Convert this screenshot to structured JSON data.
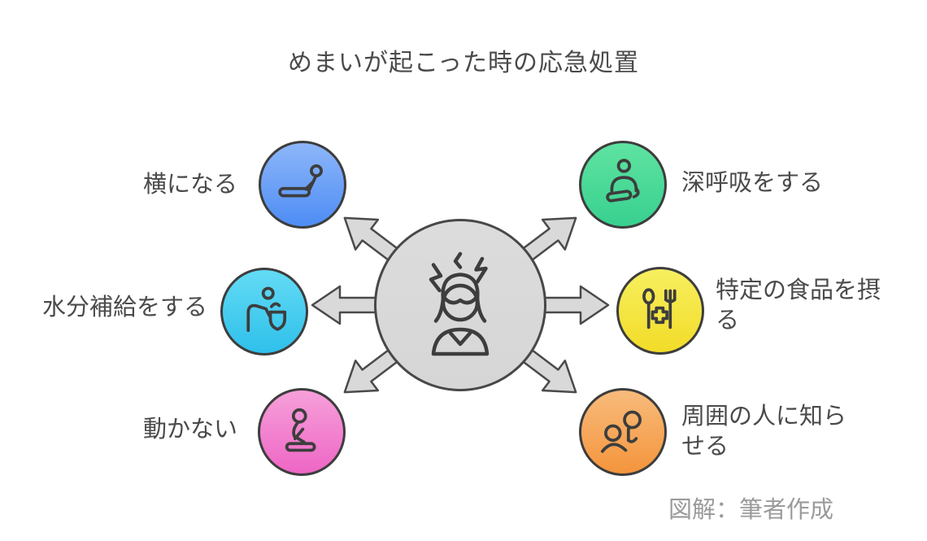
{
  "title": "めまいが起こった時の応急処置",
  "caption": "図解：筆者作成",
  "colors": {
    "text": "#4a4a4a",
    "caption": "#9b9b9b",
    "arrow_fill": "#d9d9d9",
    "arrow_stroke": "#4a4a4a",
    "icon_stroke": "#3d3d3d",
    "circle_border": "#3d3d3d"
  },
  "center": {
    "icon": "dizzy-person-icon",
    "color_top": "#dcdcdc",
    "color_bottom": "#d6d6d6"
  },
  "nodes": [
    {
      "label": "横になる",
      "icon": "person-lying-down-icon",
      "color_top": "#8db6f9",
      "color_bottom": "#4e8df5"
    },
    {
      "label": "水分補給をする",
      "icon": "person-drinking-fountain-icon",
      "color_top": "#63dbf5",
      "color_bottom": "#2fc0ea"
    },
    {
      "label": "動かない",
      "icon": "person-kneeling-icon",
      "color_top": "#f6a0da",
      "color_bottom": "#ee66c5"
    },
    {
      "label": "深呼吸をする",
      "icon": "person-meditating-icon",
      "color_top": "#5fe3a1",
      "color_bottom": "#38d08f"
    },
    {
      "label": "特定の食品を摂る",
      "icon": "cutlery-medical-cross-icon",
      "color_top": "#f7ef60",
      "color_bottom": "#f2dc28"
    },
    {
      "label": "周囲の人に知らせる",
      "icon": "people-whispering-icon",
      "color_top": "#f8bb7c",
      "color_bottom": "#f4953c"
    }
  ]
}
